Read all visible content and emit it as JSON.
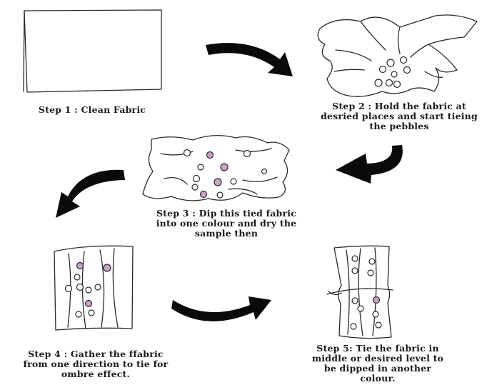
{
  "steps": [
    {
      "id": 1,
      "lines": [
        "Step 1 : Clean Fabric"
      ]
    },
    {
      "id": 2,
      "lines": [
        "Step 2 : Hold the fabric at",
        "desried places and start tieing",
        "the pebbles"
      ]
    },
    {
      "id": 3,
      "lines": [
        "Step 3 : Dip this tied fabric",
        "into one colour and dry the",
        "sample then"
      ]
    },
    {
      "id": 4,
      "lines": [
        "Step 4 : Gather the ffabric",
        "from one direction to tie for",
        "ombre effect."
      ]
    },
    {
      "id": 5,
      "lines": [
        "Step 5: Tie the fabric in",
        "middle or desired level to",
        "be dipped in another",
        "colour."
      ]
    }
  ],
  "colors": {
    "ink": "#2a2a2a",
    "dye": "#c9a3c6",
    "arrow": "#0a0a0a",
    "background": "#ffffff"
  }
}
